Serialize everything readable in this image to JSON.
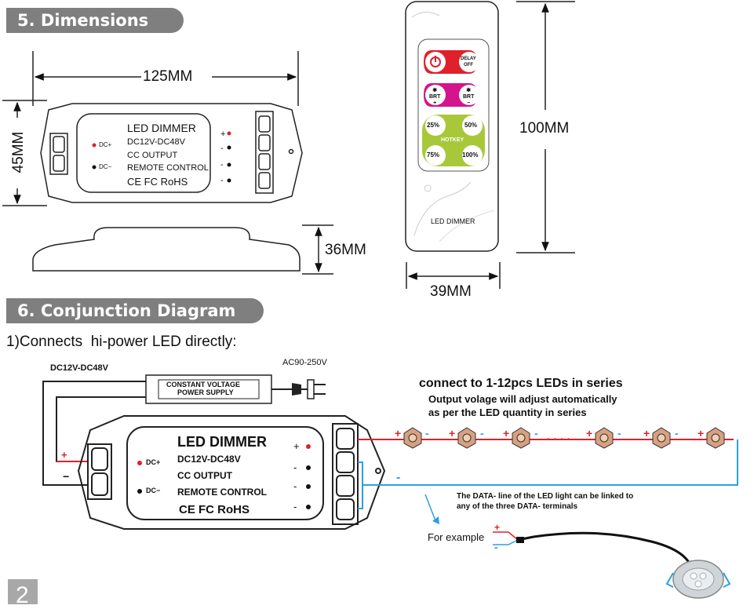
{
  "sections": {
    "dimensions_title": "5. Dimensions",
    "conjunction_title": "6. Conjunction Diagram"
  },
  "dimensions": {
    "width_top": "125MM",
    "height_left": "45MM",
    "height_side": "36MM",
    "remote_height": "100MM",
    "remote_width": "39MM"
  },
  "device": {
    "title": "LED DIMMER",
    "voltage": "DC12V-DC48V",
    "output": "CC OUTPUT",
    "remote": "REMOTE CONTROL",
    "certs": "CE FC RoHS",
    "dc_plus": "DC+",
    "dc_minus": "DC−"
  },
  "remote": {
    "delay_top": "DELAY",
    "delay_bottom": "OFF",
    "brt": "BRT",
    "p25": "25%",
    "p50": "50%",
    "p75": "75%",
    "p100": "100%",
    "hotkey": "HOTKEY",
    "label": "LED DIMMER"
  },
  "diagram": {
    "subtitle": "1)Connects  hi-power LED directly:",
    "dc_range": "DC12V-DC48V",
    "ac_range": "AC90-250V",
    "psu_line1": "CONSTANT VOLTAGE",
    "psu_line2": "POWER SUPPLY",
    "connect_title": "connect to 1-12pcs  LEDs in series",
    "connect_line1": "Output volage will adjust automatically",
    "connect_line2": "as per the LED quantity in series",
    "data_note1": "The DATA- line of the LED light can be linked to",
    "data_note2": "any of the three DATA- terminals",
    "for_example": "For example"
  },
  "page_number": "2",
  "colors": {
    "pill_gray": "#7f7f7f",
    "red": "#e0202a",
    "blue": "#2aa0e0",
    "magenta": "#d4148c",
    "green": "#a8c83a"
  }
}
